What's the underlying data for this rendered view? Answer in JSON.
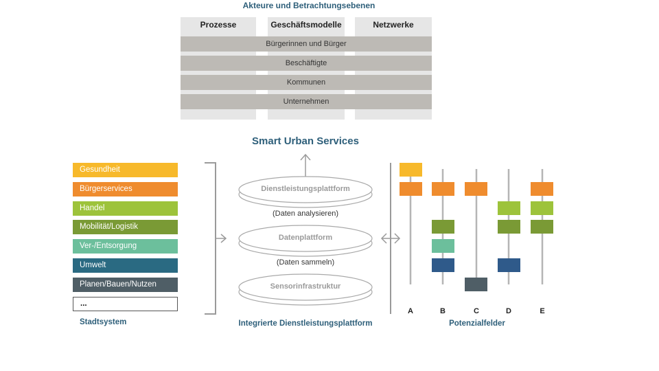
{
  "top_title": "Akteure und Betrachtungsebenen",
  "columns": [
    "Prozesse",
    "Geschäftsmodelle",
    "Netzwerke"
  ],
  "rows": [
    "Bürgerinnen und Bürger",
    "Beschäftigte",
    "Kommunen",
    "Unternehmen"
  ],
  "center_title": "Smart Urban Services",
  "city_system": {
    "caption": "Stadtsystem",
    "items": [
      {
        "label": "Gesundheit",
        "color": "#f7b92b"
      },
      {
        "label": "Bürgerservices",
        "color": "#ef8c2e"
      },
      {
        "label": "Handel",
        "color": "#9dc33b"
      },
      {
        "label": "Mobilität/Logistik",
        "color": "#7a9a35"
      },
      {
        "label": "Ver-/Entsorgung",
        "color": "#6cbf9c"
      },
      {
        "label": "Umwelt",
        "color": "#2a6a82"
      },
      {
        "label": "Planen/Bauen/Nutzen",
        "color": "#4f5e66"
      },
      {
        "label": "...",
        "color": "#ffffff"
      }
    ]
  },
  "platform": {
    "caption": "Integrierte Dienstleistungsplattform",
    "layers": [
      "Dienstleistungsplattform",
      "Datenplattform",
      "Sensorinfrastruktur"
    ],
    "between": [
      "(Daten analysieren)",
      "(Daten sammeln)"
    ]
  },
  "potential_fields": {
    "caption": "Potenzialfelder",
    "columns": [
      {
        "letter": "A",
        "colors": [
          "#f7b92b",
          "#ef8c2e"
        ]
      },
      {
        "letter": "B",
        "colors": [
          "#ef8c2e",
          "#7a9a35",
          "#6cbf9c",
          "#2f5a8a"
        ]
      },
      {
        "letter": "C",
        "colors": [
          "#ef8c2e",
          "#4f5e66"
        ]
      },
      {
        "letter": "D",
        "colors": [
          "#9dc33b",
          "#7a9a35",
          "#2f5a8a"
        ]
      },
      {
        "letter": "E",
        "colors": [
          "#ef8c2e",
          "#9dc33b",
          "#7a9a35"
        ]
      }
    ]
  }
}
